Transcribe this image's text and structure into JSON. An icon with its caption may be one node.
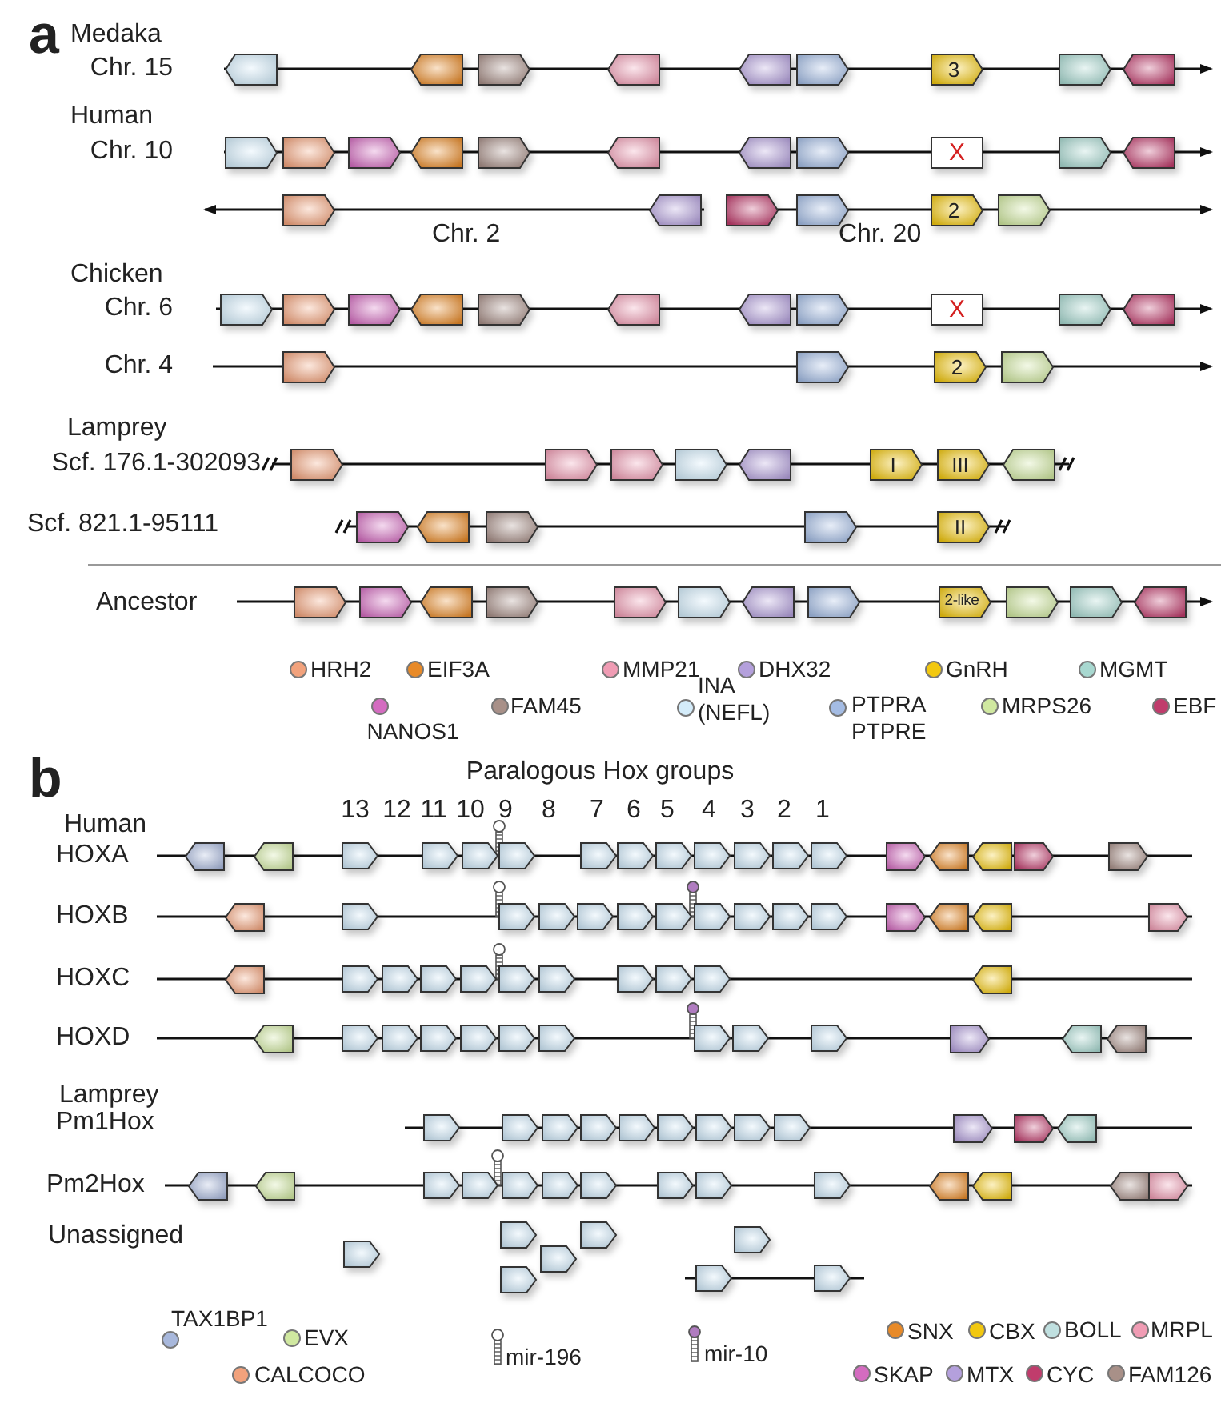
{
  "diagram": {
    "nodes": [
      {
        "text": [],
        "shape": "pentagon"
      },
      {
        "text": [],
        "shape": "pentagon"
      },
      {
        "text": [],
        "shape": "pentagon"
      },
      {
        "text": [],
        "shape": "pentagon"
      },
      {
        "text": [],
        "shape": "pentagon"
      },
      {
        "text": [],
        "shape": "pentagon"
      },
      {
        "text": [
          "3"
        ]
      },
      {
        "text": [],
        "shape": "pentagon"
      },
      {
        "text": [],
        "shape": "pentagon"
      },
      {
        "text": [],
        "shape": "pentagon"
      },
      {
        "text": [],
        "shape": "pentagon"
      },
      {
        "text": [],
        "shape": "pentagon"
      },
      {
        "text": [],
        "shape": "pentagon"
      },
      {
        "text": [],
        "shape": "pentagon"
      },
      {
        "text": [],
        "shape": "pentagon"
      },
      {
        "text": [],
        "shape": "pentagon"
      },
      {
        "text": [],
        "shape": "pentagon"
      },
      {
        "text": [
          "X"
        ]
      },
      {
        "text": [],
        "shape": "pentagon"
      },
      {
        "text": [],
        "shape": "pentagon"
      },
      {
        "text": [],
        "shape": "pentagon"
      },
      {
        "text": [],
        "shape": "pentagon"
      },
      {
        "text": [],
        "shape": "pentagon"
      },
      {
        "text": [],
        "shape": "pentagon"
      },
      {
        "text": [
          "2"
        ]
      },
      {
        "text": [],
        "shape": "pentagon"
      },
      {
        "text": [],
        "shape": "pentagon"
      },
      {
        "text": [],
        "shape": "pentagon"
      },
      {
        "text": [],
        "shape": "pentagon"
      },
      {
        "text": [],
        "shape": "pentagon"
      },
      {
        "text": [],
        "shape": "pentagon"
      },
      {
        "text": [],
        "shape": "pentagon"
      },
      {
        "text": [],
        "shape": "pentagon"
      },
      {
        "text": [],
        "shape": "pentagon"
      },
      {
        "text": [
          "X"
        ]
      },
      {
        "text": [],
        "shape": "pentagon"
      },
      {
        "text": [],
        "shape": "pentagon"
      },
      {
        "text": [],
        "shape": "pentagon"
      },
      {
        "text": [],
        "shape": "pentagon"
      },
      {
        "text": [
          "2"
        ]
      },
      {
        "text": [],
        "shape": "pentagon"
      },
      {
        "text": [],
        "shape": "pentagon"
      },
      {
        "text": [],
        "shape": "pentagon"
      },
      {
        "text": [],
        "shape": "pentagon"
      },
      {
        "text": [],
        "shape": "pentagon"
      },
      {
        "text": [],
        "shape": "pentagon"
      },
      {
        "text": [
          "I"
        ]
      },
      {
        "text": [
          "III"
        ]
      },
      {
        "text": [],
        "shape": "pentagon"
      },
      {
        "text": [],
        "shape": "pentagon"
      },
      {
        "text": [],
        "shape": "pentagon"
      },
      {
        "text": [],
        "shape": "pentagon"
      },
      {
        "text": [],
        "shape": "pentagon"
      },
      {
        "text": [
          "II"
        ]
      },
      {
        "text": [],
        "shape": "pentagon"
      },
      {
        "text": [],
        "shape": "pentagon"
      },
      {
        "text": [],
        "shape": "pentagon"
      },
      {
        "text": [],
        "shape": "pentagon"
      },
      {
        "text": [],
        "shape": "pentagon"
      },
      {
        "text": [],
        "shape": "pentagon"
      },
      {
        "text": [],
        "shape": "pentagon"
      },
      {
        "text": [],
        "shape": "pentagon"
      },
      {
        "text": [
          "2-like"
        ]
      },
      {
        "text": [],
        "shape": "pentagon"
      },
      {
        "text": [],
        "shape": "pentagon"
      },
      {
        "text": [],
        "shape": "pentagon"
      },
      {
        "text": [],
        "shape": "pentagon"
      },
      {
        "text": [],
        "shape": "pentagon"
      },
      {
        "text": [],
        "shape": "pentagon"
      },
      {
        "text": [],
        "shape": "pentagon"
      },
      {
        "text": [],
        "shape": "pentagon"
      },
      {
        "text": [],
        "shape": "pentagon"
      },
      {
        "text": [],
        "shape": "pentagon"
      },
      {
        "text": [],
        "shape": "pentagon"
      },
      {
        "text": [],
        "shape": "pentagon"
      },
      {
        "text": [],
        "shape": "pentagon"
      },
      {
        "text": [],
        "shape": "pentagon"
      },
      {
        "text": [],
        "shape": "pentagon"
      },
      {
        "text": [],
        "shape": "pentagon"
      },
      {
        "text": [],
        "shape": "pentagon"
      },
      {
        "text": [],
        "shape": "pentagon"
      },
      {
        "text": [],
        "shape": "pentagon"
      },
      {
        "text": [],
        "shape": "pentagon"
      },
      {
        "text": [],
        "shape": "pentagon"
      },
      {
        "text": [],
        "shape": "pentagon"
      },
      {
        "text": [],
        "shape": "pentagon"
      },
      {
        "text": [],
        "shape": "pentagon"
      },
      {
        "text": [],
        "shape": "pentagon"
      },
      {
        "text": [],
        "shape": "pentagon"
      },
      {
        "text": [],
        "shape": "pentagon"
      },
      {
        "text": [],
        "shape": "pentagon"
      },
      {
        "text": [],
        "shape": "pentagon"
      },
      {
        "text": [],
        "shape": "pentagon"
      },
      {
        "text": [],
        "shape": "pentagon"
      },
      {
        "text": [],
        "shape": "pentagon"
      },
      {
        "text": [],
        "shape": "pentagon"
      },
      {
        "text": [],
        "shape": "pentagon"
      },
      {
        "text": [],
        "shape": "pentagon"
      },
      {
        "text": [],
        "shape": "pentagon"
      },
      {
        "text": [],
        "shape": "pentagon"
      },
      {
        "text": [],
        "shape": "pentagon"
      },
      {
        "text": [],
        "shape": "pentagon"
      },
      {
        "text": [],
        "shape": "pentagon"
      },
      {
        "text": [],
        "shape": "pentagon"
      },
      {
        "text": [],
        "shape": "pentagon"
      },
      {
        "text": [],
        "shape": "pentagon"
      },
      {
        "text": [],
        "shape": "pentagon"
      },
      {
        "text": [],
        "shape": "pentagon"
      },
      {
        "text": [],
        "shape": "pentagon"
      },
      {
        "text": [],
        "shape": "pentagon"
      },
      {
        "text": [],
        "shape": "pentagon"
      },
      {
        "text": [],
        "shape": "pentagon"
      },
      {
        "text": [],
        "shape": "pentagon"
      },
      {
        "text": [],
        "shape": "pentagon"
      },
      {
        "text": [],
        "shape": "pentagon"
      },
      {
        "text": [],
        "shape": "pentagon"
      },
      {
        "text": [],
        "shape": "pentagon"
      },
      {
        "text": [],
        "shape": "pentagon"
      },
      {
        "text": [],
        "shape": "pentagon"
      },
      {
        "text": [],
        "shape": "pentagon"
      },
      {
        "text": [],
        "shape": "pentagon"
      },
      {
        "text": [],
        "shape": "pentagon"
      },
      {
        "text": [],
        "shape": "pentagon"
      },
      {
        "text": [],
        "shape": "pentagon"
      },
      {
        "text": [],
        "shape": "pentagon"
      },
      {
        "text": [],
        "shape": "pentagon"
      },
      {
        "text": [],
        "shape": "pentagon"
      },
      {
        "text": [],
        "shape": "pentagon"
      },
      {
        "text": [],
        "shape": "pentagon"
      },
      {
        "text": [],
        "shape": "pentagon"
      },
      {
        "text": [],
        "shape": "pentagon"
      },
      {
        "text": [],
        "shape": "pentagon"
      },
      {
        "text": [],
        "shape": "pentagon"
      },
      {
        "text": [],
        "shape": "pentagon"
      },
      {
        "text": [],
        "shape": "pentagon"
      },
      {
        "text": [],
        "shape": "pentagon"
      },
      {
        "text": [],
        "shape": "pentagon"
      },
      {
        "text": [],
        "shape": "pentagon"
      },
      {
        "text": [],
        "shape": "pentagon"
      },
      {
        "text": [],
        "shape": "pentagon"
      },
      {
        "text": [],
        "shape": "pentagon"
      },
      {
        "text": [],
        "shape": "pentagon"
      },
      {
        "text": [],
        "shape": "pentagon"
      },
      {
        "text": [],
        "shape": "pentagon"
      },
      {
        "text": [],
        "shape": "pentagon"
      },
      {
        "text": [],
        "shape": "pentagon"
      },
      {
        "text": [],
        "shape": "pentagon"
      },
      {
        "text": [],
        "shape": "pentagon"
      },
      {
        "text": [],
        "shape": "pentagon"
      },
      {
        "text": [],
        "shape": "pentagon"
      },
      {
        "text": [],
        "shape": "pentagon"
      },
      {
        "text": [],
        "shape": "pentagon"
      },
      {
        "text": [],
        "shape": "pentagon"
      },
      {
        "text": [],
        "shape": "pentagon"
      },
      {
        "text": [],
        "shape": "pentagon"
      },
      {
        "text": [],
        "shape": "pentagon"
      },
      {
        "text": [],
        "shape": "pentagon"
      }
    ],
    "labels": [
      "a",
      "Medaka",
      "Chr. 15",
      "Human",
      "Chr. 10",
      "Chr. 2",
      "Chr. 20",
      "Chicken",
      "Chr. 6",
      "Chr. 4",
      "Lamprey",
      "Scf. 176.1-302093",
      "Scf. 821.1-95111",
      "Ancestor",
      "b",
      "Paralogous Hox groups",
      "13",
      "12",
      "11",
      "10",
      "9",
      "8",
      "7",
      "6",
      "5",
      "4",
      "3",
      "2",
      "1",
      "Human",
      "HOXA",
      "HOXB",
      "HOXC",
      "HOXD",
      "Lamprey",
      "Pm1Hox",
      "Pm2Hox",
      "Unassigned"
    ],
    "legend": [
      {
        "text": "HRH2",
        "color": "#f2a27c"
      },
      {
        "text": "EIF3A",
        "color": "#e88a28"
      },
      {
        "text": "MMP21",
        "color": "#f09cb4"
      },
      {
        "text": "DHX32",
        "color": "#b4a0dc"
      },
      {
        "text": "GnRH",
        "color": "#f2c810"
      },
      {
        "text": "MGMT",
        "color": "#a8d8d0"
      },
      {
        "text": "NANOS1",
        "color": "#d46cc0"
      },
      {
        "text": "FAM45",
        "color": "#a89088"
      },
      {
        "text": "INA (NEFL)",
        "color": "#d4ecfa"
      },
      {
        "text": "PTPRA PTPRE",
        "color": "#a4bce4"
      },
      {
        "text": "MRPS26",
        "color": "#d0e8a0"
      },
      {
        "text": "EBF",
        "color": "#c03c6c"
      },
      {
        "text": "TAX1BP1",
        "color": "#a8b8dc"
      },
      {
        "text": "EVX",
        "color": "#d0e8a0"
      },
      {
        "text": "CALCOCO",
        "color": "#f2a27c"
      },
      {
        "text": "mir-196"
      },
      {
        "text": "mir-10"
      },
      {
        "text": "SNX",
        "color": "#e88a28"
      },
      {
        "text": "CBX",
        "color": "#f2c810"
      },
      {
        "text": "BOLL",
        "color": "#c0e0e0"
      },
      {
        "text": "MRPL",
        "color": "#f09cb4"
      },
      {
        "text": "SKAP",
        "color": "#d46cc0"
      },
      {
        "text": "MTX",
        "color": "#b4a0dc"
      },
      {
        "text": "CYC",
        "color": "#c03c6c"
      },
      {
        "text": "FAM126",
        "color": "#a89088"
      }
    ]
  }
}
